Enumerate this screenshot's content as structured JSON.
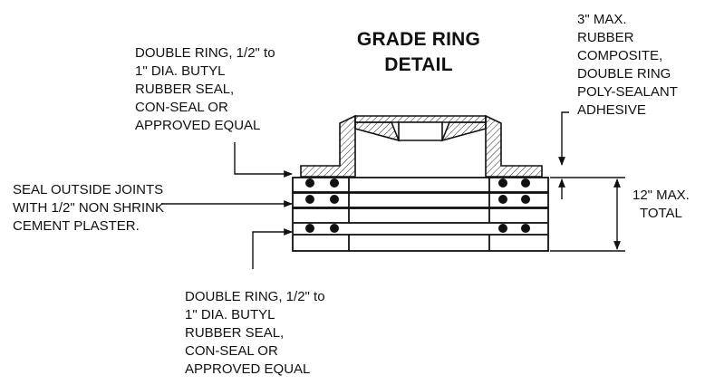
{
  "title": {
    "line1": "GRADE RING",
    "line2": "DETAIL"
  },
  "notes": {
    "top_left": [
      "DOUBLE RING, 1/2\" to",
      "1\" DIA. BUTYL",
      "RUBBER SEAL,",
      "CON-SEAL OR",
      "APPROVED EQUAL"
    ],
    "left": [
      "SEAL OUTSIDE JOINTS",
      "WITH 1/2\" NON SHRINK",
      "CEMENT PLASTER."
    ],
    "bottom": [
      "DOUBLE RING, 1/2\" to",
      "1\" DIA. BUTYL",
      "RUBBER SEAL,",
      "CON-SEAL OR",
      "APPROVED EQUAL"
    ],
    "top_right": [
      "3\" MAX.",
      "RUBBER",
      "COMPOSITE,",
      "DOUBLE RING",
      "POLY-SEALANT",
      "ADHESIVE"
    ],
    "right": [
      "12\" MAX.",
      "TOTAL"
    ]
  }
}
